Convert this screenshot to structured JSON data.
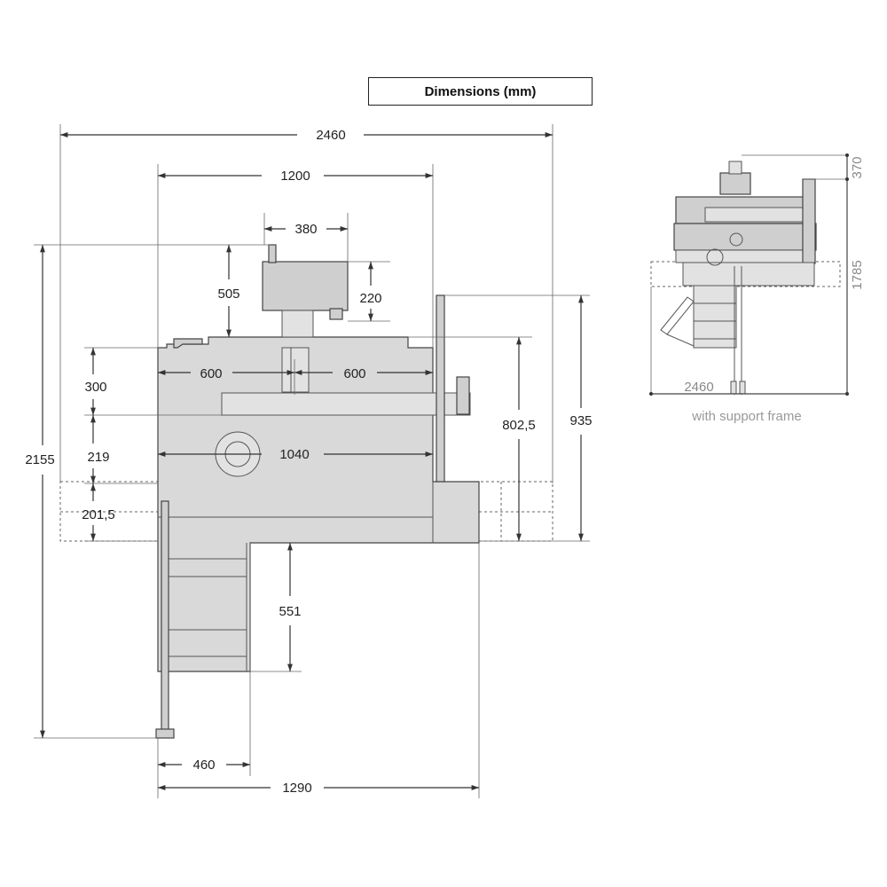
{
  "title": "Dimensions (mm)",
  "main_view": {
    "dims": {
      "overall_width": "2460",
      "top_width": "1200",
      "head_width": "380",
      "head_height": "505",
      "head_block": "220",
      "left_half": "600",
      "right_half": "600",
      "upper_height": "300",
      "mid_height": "219",
      "frame_height": "201,5",
      "table_width": "1040",
      "right_height": "802,5",
      "side_height": "935",
      "overall_height": "2155",
      "lower_extension": "551",
      "bottom_left": "460",
      "bottom_overall": "1290"
    }
  },
  "side_view": {
    "dims": {
      "top_height": "370",
      "total_height": "1785",
      "width": "2460"
    },
    "caption": "with support frame"
  }
}
